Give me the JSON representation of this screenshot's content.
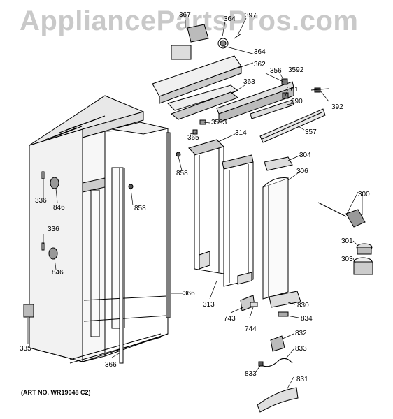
{
  "watermark": "AppliancePartsPros.com",
  "art_number": "(ART NO. WR19048 C2)",
  "callouts": {
    "c367": "367",
    "c364a": "364",
    "c397": "397",
    "c364b": "364",
    "c362": "362",
    "c356": "356",
    "c3592": "3592",
    "c361": "361",
    "c363": "363",
    "c392": "392",
    "c390": "390",
    "c3593": "3593",
    "c357": "357",
    "c314": "314",
    "c365": "365",
    "c304": "304",
    "c306": "306",
    "c858a": "858",
    "c336a": "336",
    "c846a": "846",
    "c858b": "858",
    "c300": "300",
    "c336b": "336",
    "c301": "301",
    "c303": "303",
    "c846b": "846",
    "c366a": "366",
    "c313": "313",
    "c830": "830",
    "c743": "743",
    "c834": "834",
    "c744": "744",
    "c832": "832",
    "c335": "335",
    "c833a": "833",
    "c366b": "366",
    "c833b": "833",
    "c831": "831"
  }
}
